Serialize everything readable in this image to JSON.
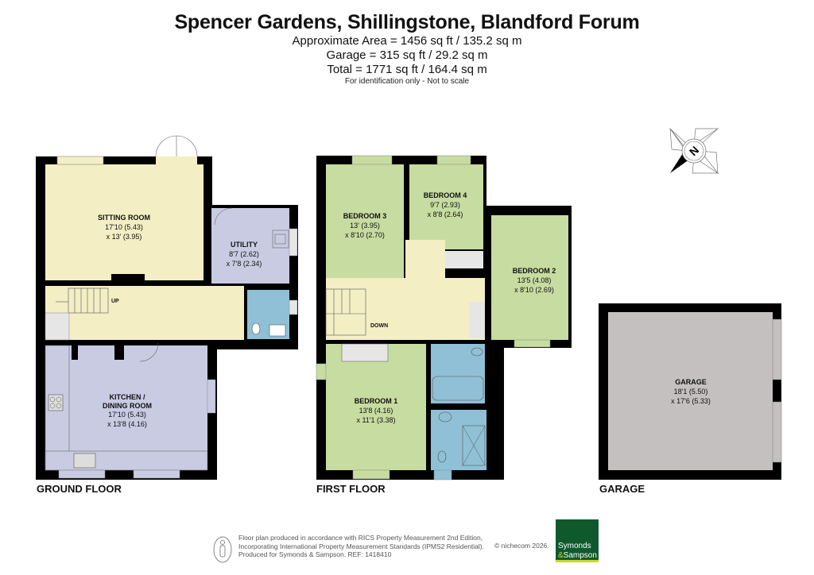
{
  "header": {
    "title": "Spencer Gardens, Shillingstone, Blandford Forum",
    "area_lines": [
      "Approximate Area = 1456 sq ft / 135.2 sq m",
      "Garage = 315 sq ft / 29.2 sq m",
      "Total = 1771 sq ft / 164.4 sq m"
    ],
    "note": "For identification only - Not to scale"
  },
  "colors": {
    "wall": "#000000",
    "living": "#f3eec4",
    "kitchen": "#c9cbe3",
    "bedroom": "#c7dca0",
    "bathroom": "#8fc0d6",
    "garage": "#c4c0c0",
    "storage": "#e6e6e6",
    "logo_green": "#0f5a2c",
    "logo_accent": "#c9d42a"
  },
  "floors": [
    {
      "label": "GROUND FLOOR",
      "rooms": [
        {
          "name": "SITTING ROOM",
          "dim1": "17'10 (5.43)",
          "dim2": "x 13' (3.95)"
        },
        {
          "name": "UTILITY",
          "dim1": "8'7 (2.62)",
          "dim2": "x 7'8 (2.34)"
        },
        {
          "name": "KITCHEN /",
          "name2": "DINING ROOM",
          "dim1": "17'10 (5.43)",
          "dim2": "x 13'8 (4.16)"
        }
      ],
      "stairs_label": "UP"
    },
    {
      "label": "FIRST FLOOR",
      "rooms": [
        {
          "name": "BEDROOM 3",
          "dim1": "13' (3.95)",
          "dim2": "x 8'10 (2.70)"
        },
        {
          "name": "BEDROOM 4",
          "dim1": "9'7 (2.93)",
          "dim2": "x 8'8 (2.64)"
        },
        {
          "name": "BEDROOM 2",
          "dim1": "13'5 (4.08)",
          "dim2": "x 8'10 (2.69)"
        },
        {
          "name": "BEDROOM 1",
          "dim1": "13'8 (4.16)",
          "dim2": "x 11'1 (3.38)"
        }
      ],
      "stairs_label": "DOWN"
    },
    {
      "label": "GARAGE",
      "rooms": [
        {
          "name": "GARAGE",
          "dim1": "18'1 (5.50)",
          "dim2": "x 17'6 (5.33)"
        }
      ]
    }
  ],
  "compass": {
    "icon": "compass-north-icon",
    "letter": "N"
  },
  "footer": {
    "lines": [
      "Floor plan produced in accordance with RICS Property Measurement 2nd Edition,",
      "Incorporating International Property Measurement Standards (IPMS2 Residential).",
      "Produced for Symonds & Sampson.   REF:  1418410"
    ],
    "copyright": "© nichecom 2026.",
    "icon": "person-icon",
    "logo": {
      "line1": "Symonds",
      "amp": "&",
      "line2": "Sampson"
    }
  }
}
